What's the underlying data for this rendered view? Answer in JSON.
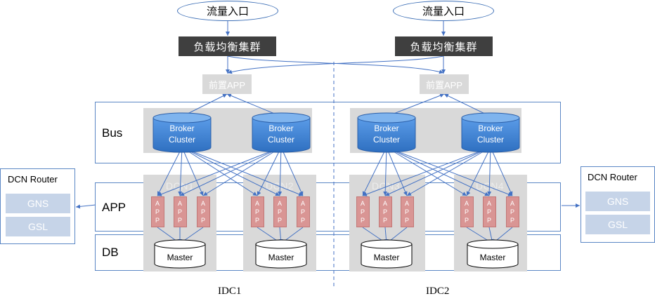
{
  "entry": [
    "流量入口",
    "流量入口"
  ],
  "lb": [
    "负载均衡集群",
    "负载均衡集群"
  ],
  "front_app": [
    "前置APP",
    "前置APP"
  ],
  "layers": {
    "bus": "Bus",
    "app": "APP",
    "db": "DB"
  },
  "broker": [
    "Broker",
    "Cluster"
  ],
  "dcn": [
    "DCN1",
    "DCN2",
    "DCN3",
    "DCN4"
  ],
  "app_letters": [
    "A",
    "P",
    "P"
  ],
  "master": "Master",
  "router_left": {
    "title": "DCN Router",
    "items": [
      "GNS",
      "GSL"
    ]
  },
  "router_right": {
    "title": "DCN Router",
    "items": [
      "GNS",
      "GSL"
    ]
  },
  "idc": [
    "IDC1",
    "IDC2"
  ],
  "colors": {
    "line": "#4472c4",
    "broker": "#3f86d8",
    "app": "#d99594",
    "panel": "#d9d9d9",
    "lb": "#3f3f3f"
  }
}
